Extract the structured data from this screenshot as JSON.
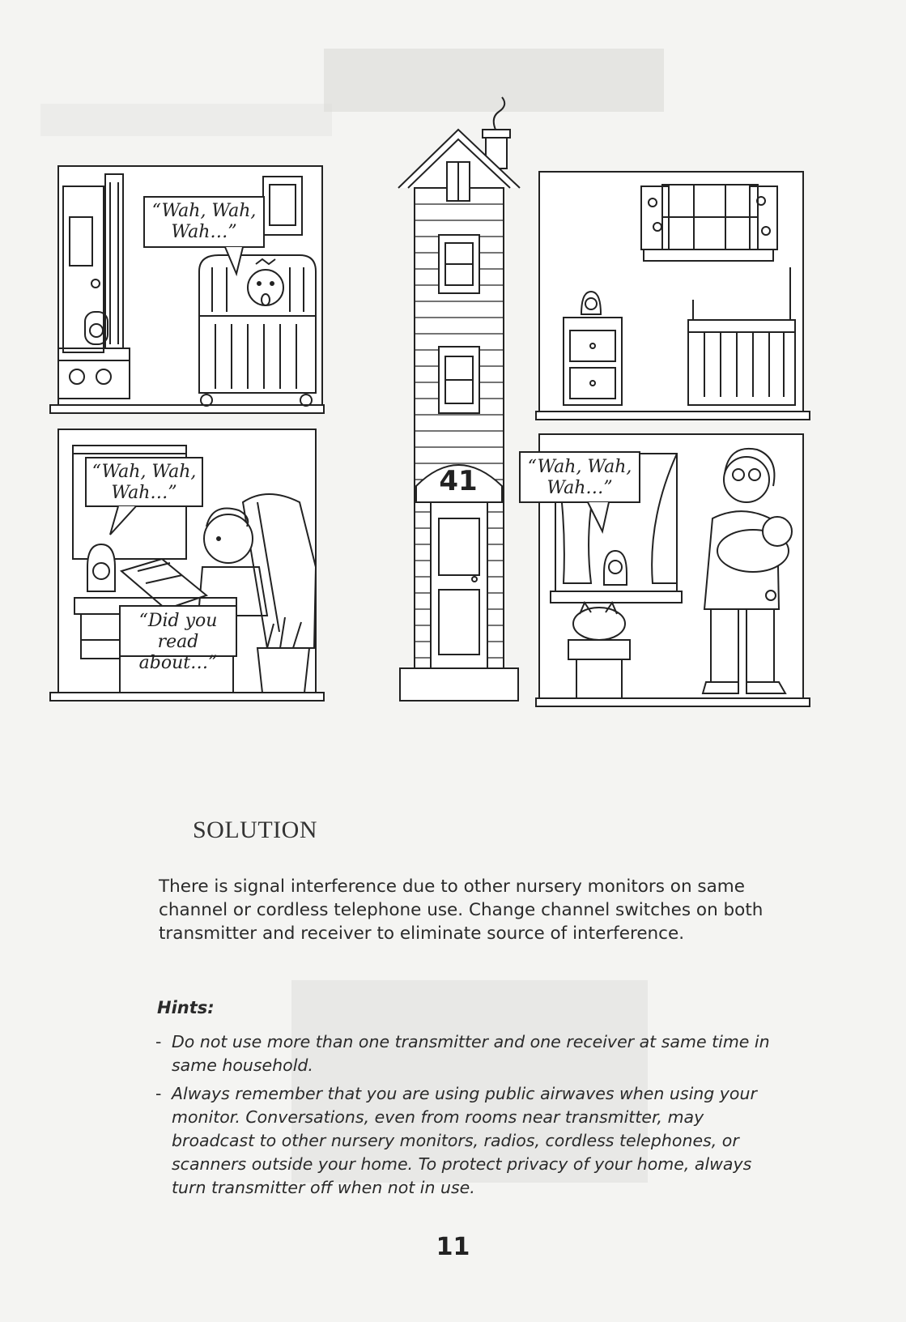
{
  "illustration": {
    "captions": {
      "nursery_left": "“Wah, Wah,\nWah…”",
      "study": "“Wah, Wah,\nWah…”",
      "newspaper": "“Did you read\nabout…”",
      "living_room": "“Wah, Wah,\nWah…”"
    },
    "house_number": "41"
  },
  "solution": {
    "title": "SOLUTION",
    "text": "There is signal interference due to other nursery monitors on same channel or cordless telephone use. Change channel switches on both transmitter and receiver to eliminate source of interference."
  },
  "hints": {
    "title": "Hints:",
    "items": [
      "Do not use more than one transmitter and one receiver at same time in same household.",
      "Always remember that you are using public airwaves when using your monitor. Conversations, even from rooms near transmitter, may broadcast to other nursery monitors, radios, cordless telephones, or scanners outside your home. To protect privacy of your home, always turn transmitter off when not in use."
    ]
  },
  "page_number": "11",
  "colors": {
    "paper": "#f4f4f2",
    "ink": "#222222",
    "scan_shade": "#d9d9d6"
  }
}
